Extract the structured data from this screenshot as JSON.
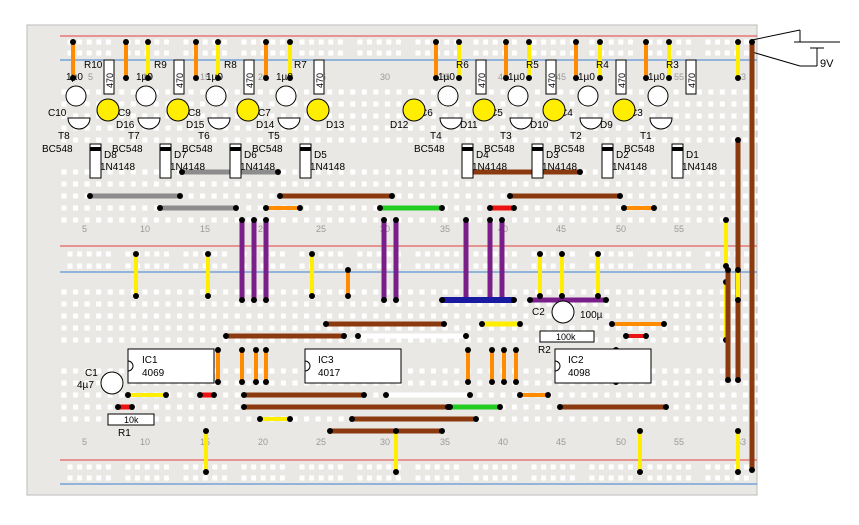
{
  "colors": {
    "board": "#eae8e4",
    "rail_red": "#e04040",
    "rail_blue": "#3a7fd0",
    "hole": "#ffffff",
    "wire_brown": "#8b3a0f",
    "wire_yellow": "#ffee00",
    "wire_orange": "#ff8c00",
    "wire_purple": "#7a1f8a",
    "wire_grey": "#8c8c8c",
    "wire_green": "#22cc22",
    "wire_red": "#ee1111",
    "wire_blue": "#1a1aa0",
    "wire_white": "#ffffff",
    "led": "#ffee00"
  },
  "column_numbers_top": [
    "5",
    "10",
    "15",
    "20",
    "25",
    "30",
    "35",
    "40",
    "45",
    "50",
    "55",
    "63"
  ],
  "column_numbers_mid": [
    "5",
    "10",
    "15",
    "20",
    "25",
    "30",
    "35",
    "40",
    "45",
    "50",
    "55"
  ],
  "column_numbers_bottom": [
    "5",
    "10",
    "15",
    "20",
    "25",
    "30",
    "35",
    "40",
    "45",
    "50",
    "55",
    "63"
  ],
  "battery": {
    "label": "9V",
    "icon": "battery-icon"
  },
  "stages_left": [
    {
      "r": "R10",
      "rv": "470",
      "c": "C10",
      "cv": "1µ0",
      "t": "T8",
      "tt": "BC548",
      "d_led": "D16",
      "d": "D8",
      "dt": "1N4148"
    },
    {
      "r": "R9",
      "rv": "470",
      "c": "C9",
      "cv": "1µ0",
      "t": "T7",
      "tt": "BC548",
      "d_led": "D15",
      "d": "D7",
      "dt": "1N4148"
    },
    {
      "r": "R8",
      "rv": "470",
      "c": "C8",
      "cv": "1µ0",
      "t": "T6",
      "tt": "BC548",
      "d_led": "D14",
      "d": "D6",
      "dt": "1N4148"
    },
    {
      "r": "R7",
      "rv": "470",
      "c": "C7",
      "cv": "1µ0",
      "t": "T5",
      "tt": "BC548",
      "d_led": "D13",
      "d": "D5",
      "dt": "1N4148"
    }
  ],
  "stages_right": [
    {
      "r": "R6",
      "rv": "470",
      "c": "C6",
      "cv": "1µ0",
      "t": "T4",
      "tt": "BC548",
      "d_led": "D12",
      "d": "D4",
      "dt": "1N4148"
    },
    {
      "r": "R5",
      "rv": "470",
      "c": "C5",
      "cv": "1µ0",
      "t": "T3",
      "tt": "BC548",
      "d_led": "D11",
      "d": "D3",
      "dt": "1N4148"
    },
    {
      "r": "R4",
      "rv": "470",
      "c": "C4",
      "cv": "1µ0",
      "t": "T2",
      "tt": "BC548",
      "d_led": "D10",
      "d": "D2",
      "dt": "1N4148"
    },
    {
      "r": "R3",
      "rv": "470",
      "c": "C3",
      "cv": "1µ0",
      "t": "T1",
      "tt": "BC548",
      "d_led": "D9",
      "d": "D1",
      "dt": "1N4148"
    }
  ],
  "ics": [
    {
      "ref": "IC1",
      "part": "4069"
    },
    {
      "ref": "IC3",
      "part": "4017"
    },
    {
      "ref": "IC2",
      "part": "4098"
    }
  ],
  "c1": {
    "ref": "C1",
    "value": "4µ7"
  },
  "c2": {
    "ref": "C2",
    "value": "100µ"
  },
  "r1": {
    "ref": "R1",
    "value": "10k"
  },
  "r2": {
    "ref": "R2",
    "value": "100k"
  }
}
